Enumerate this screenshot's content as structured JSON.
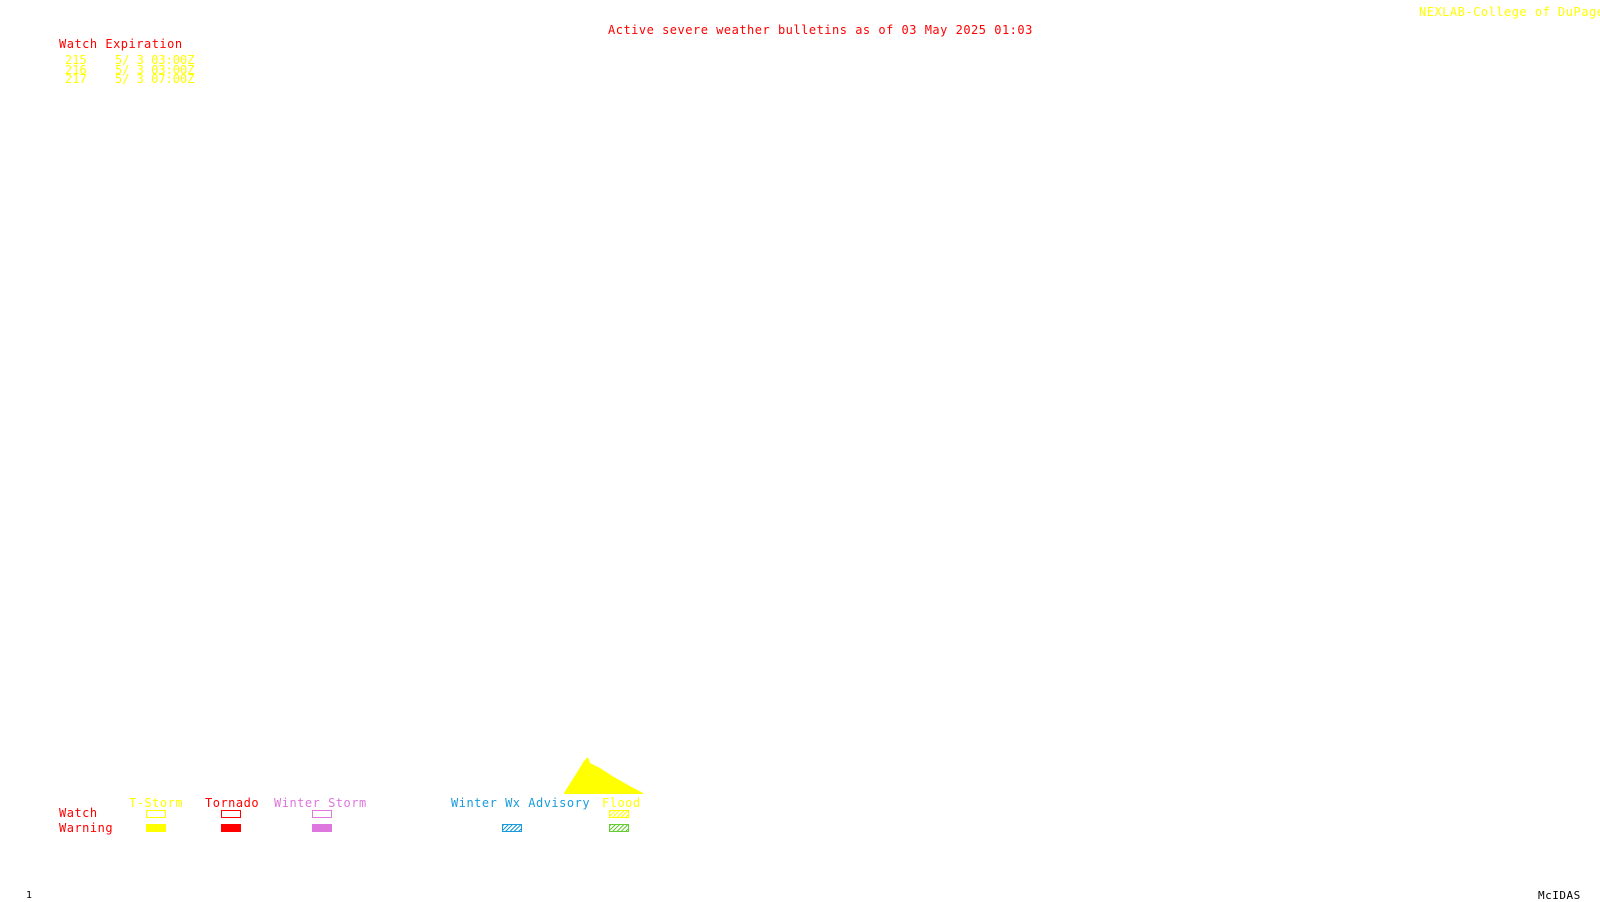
{
  "header": {
    "title": "Active severe weather bulletins as of 03 May 2025 01:03",
    "credit": "NEXLAB-College of DuPage R"
  },
  "watch_table": {
    "header": "Watch Expiration",
    "rows": [
      {
        "number": "215",
        "expiration": "5/ 3 03:00Z"
      },
      {
        "number": "216",
        "expiration": "5/ 3 03:00Z"
      },
      {
        "number": "217",
        "expiration": "5/ 3 07:00Z"
      }
    ]
  },
  "legend": {
    "row_labels": {
      "watch": "Watch",
      "warning": "Warning"
    },
    "categories": [
      {
        "label": "T-Storm",
        "color": "#ffff00"
      },
      {
        "label": "Tornado",
        "color": "#ff0000"
      },
      {
        "label": "Winter Storm",
        "color": "#dd77dd"
      },
      {
        "label": "Winter Wx Advisory",
        "color": "#1a9bdc"
      },
      {
        "label": "Flood",
        "color": "#ffff00",
        "hatch_color": "#66cc33"
      }
    ]
  },
  "footer": {
    "frame_number": "1",
    "software": "McIDAS"
  },
  "colors": {
    "background": "#ffffff",
    "watch_polygon": "#ffff00"
  }
}
